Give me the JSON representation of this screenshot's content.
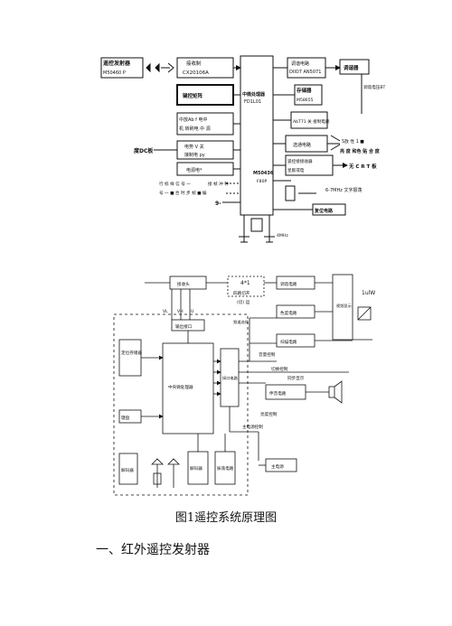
{
  "diagram1": {
    "transmitter_label": "遥控发射器",
    "transmitter_chip": "M50460 P",
    "receiver_line1": "接收制",
    "receiver_line2": "CX20106A",
    "keyboard_label": "键控矩阵",
    "mcu_line1": "中微处理器",
    "mcu_line2": "FD1L01",
    "analog_label_1": "中放Ab f 电中",
    "analog_label_2": "机 转刷电 中 源",
    "volume_label_1": "电势 V 关",
    "volume_label_2": "接制电 py",
    "power_ctrl_label": "电源电*",
    "dc_board_label": "度DC板",
    "tuning_label_1": "调谐电路",
    "tuning_label_2": "DIIO7 AN5071",
    "memory_label_1": "存储器",
    "memory_label_2": "M58655",
    "abt_label": "AbT71 关 接制电路",
    "select_label": "选通电路",
    "video_label_1": "遥控接接收器",
    "video_label_2": "星膨或电",
    "tuner_label": "调谐器",
    "tuner_side": "调谐电压BT",
    "sound_label": "S放 性 1 ■",
    "color_label": "亮 度 和色 贴 合 度",
    "crt_label": "无 C R T 板",
    "char_label": "6-7MHz 文字振荡",
    "reset_label": "复位电路",
    "chip_label": "M50436",
    "chip_label2": "F80P",
    "row_label_1": "行 标 样 信 号 一",
    "row_label_2": "号 一 ■ 合 时 步 帧 ■ 编",
    "sync_label": "接 帧 冲 种",
    "crystal_label": "4MHz",
    "g_label": "9-"
  },
  "diagram2": {
    "remote_head": "接收头",
    "signal_vl": "VL",
    "signal_vh": "VH",
    "signal_u": "U",
    "signal_box": "4*1",
    "signal_box_note": "四路切开",
    "signal_box_note2": "(切) 运",
    "chip_input": "输出接口",
    "storage": "定位存储器",
    "cpu": "中央微处理器",
    "output_iface": "接口电路",
    "keypad": "键盘",
    "decoder_left": "解码器",
    "decoder_right": "解码器",
    "osc": "振荡电路",
    "tuner_unit": "调谐电路",
    "color_unit": "色度电路",
    "scan_unit": "扫描电路",
    "audio_unit": "伴音电路",
    "side_panel": "视频显示",
    "volume_ctrl": "音量控制",
    "line_ctrl": "切换控制",
    "sync_ctrl": "同步显示",
    "power_ctrl": "主电源控制",
    "power_unit": "主电源",
    "label_lulw": "1ulW",
    "label_vr": "频道选择",
    "bright_label": "亮度控制"
  },
  "caption": "图1遥控系统原理图",
  "section_heading": "一、红外遥控发射器"
}
